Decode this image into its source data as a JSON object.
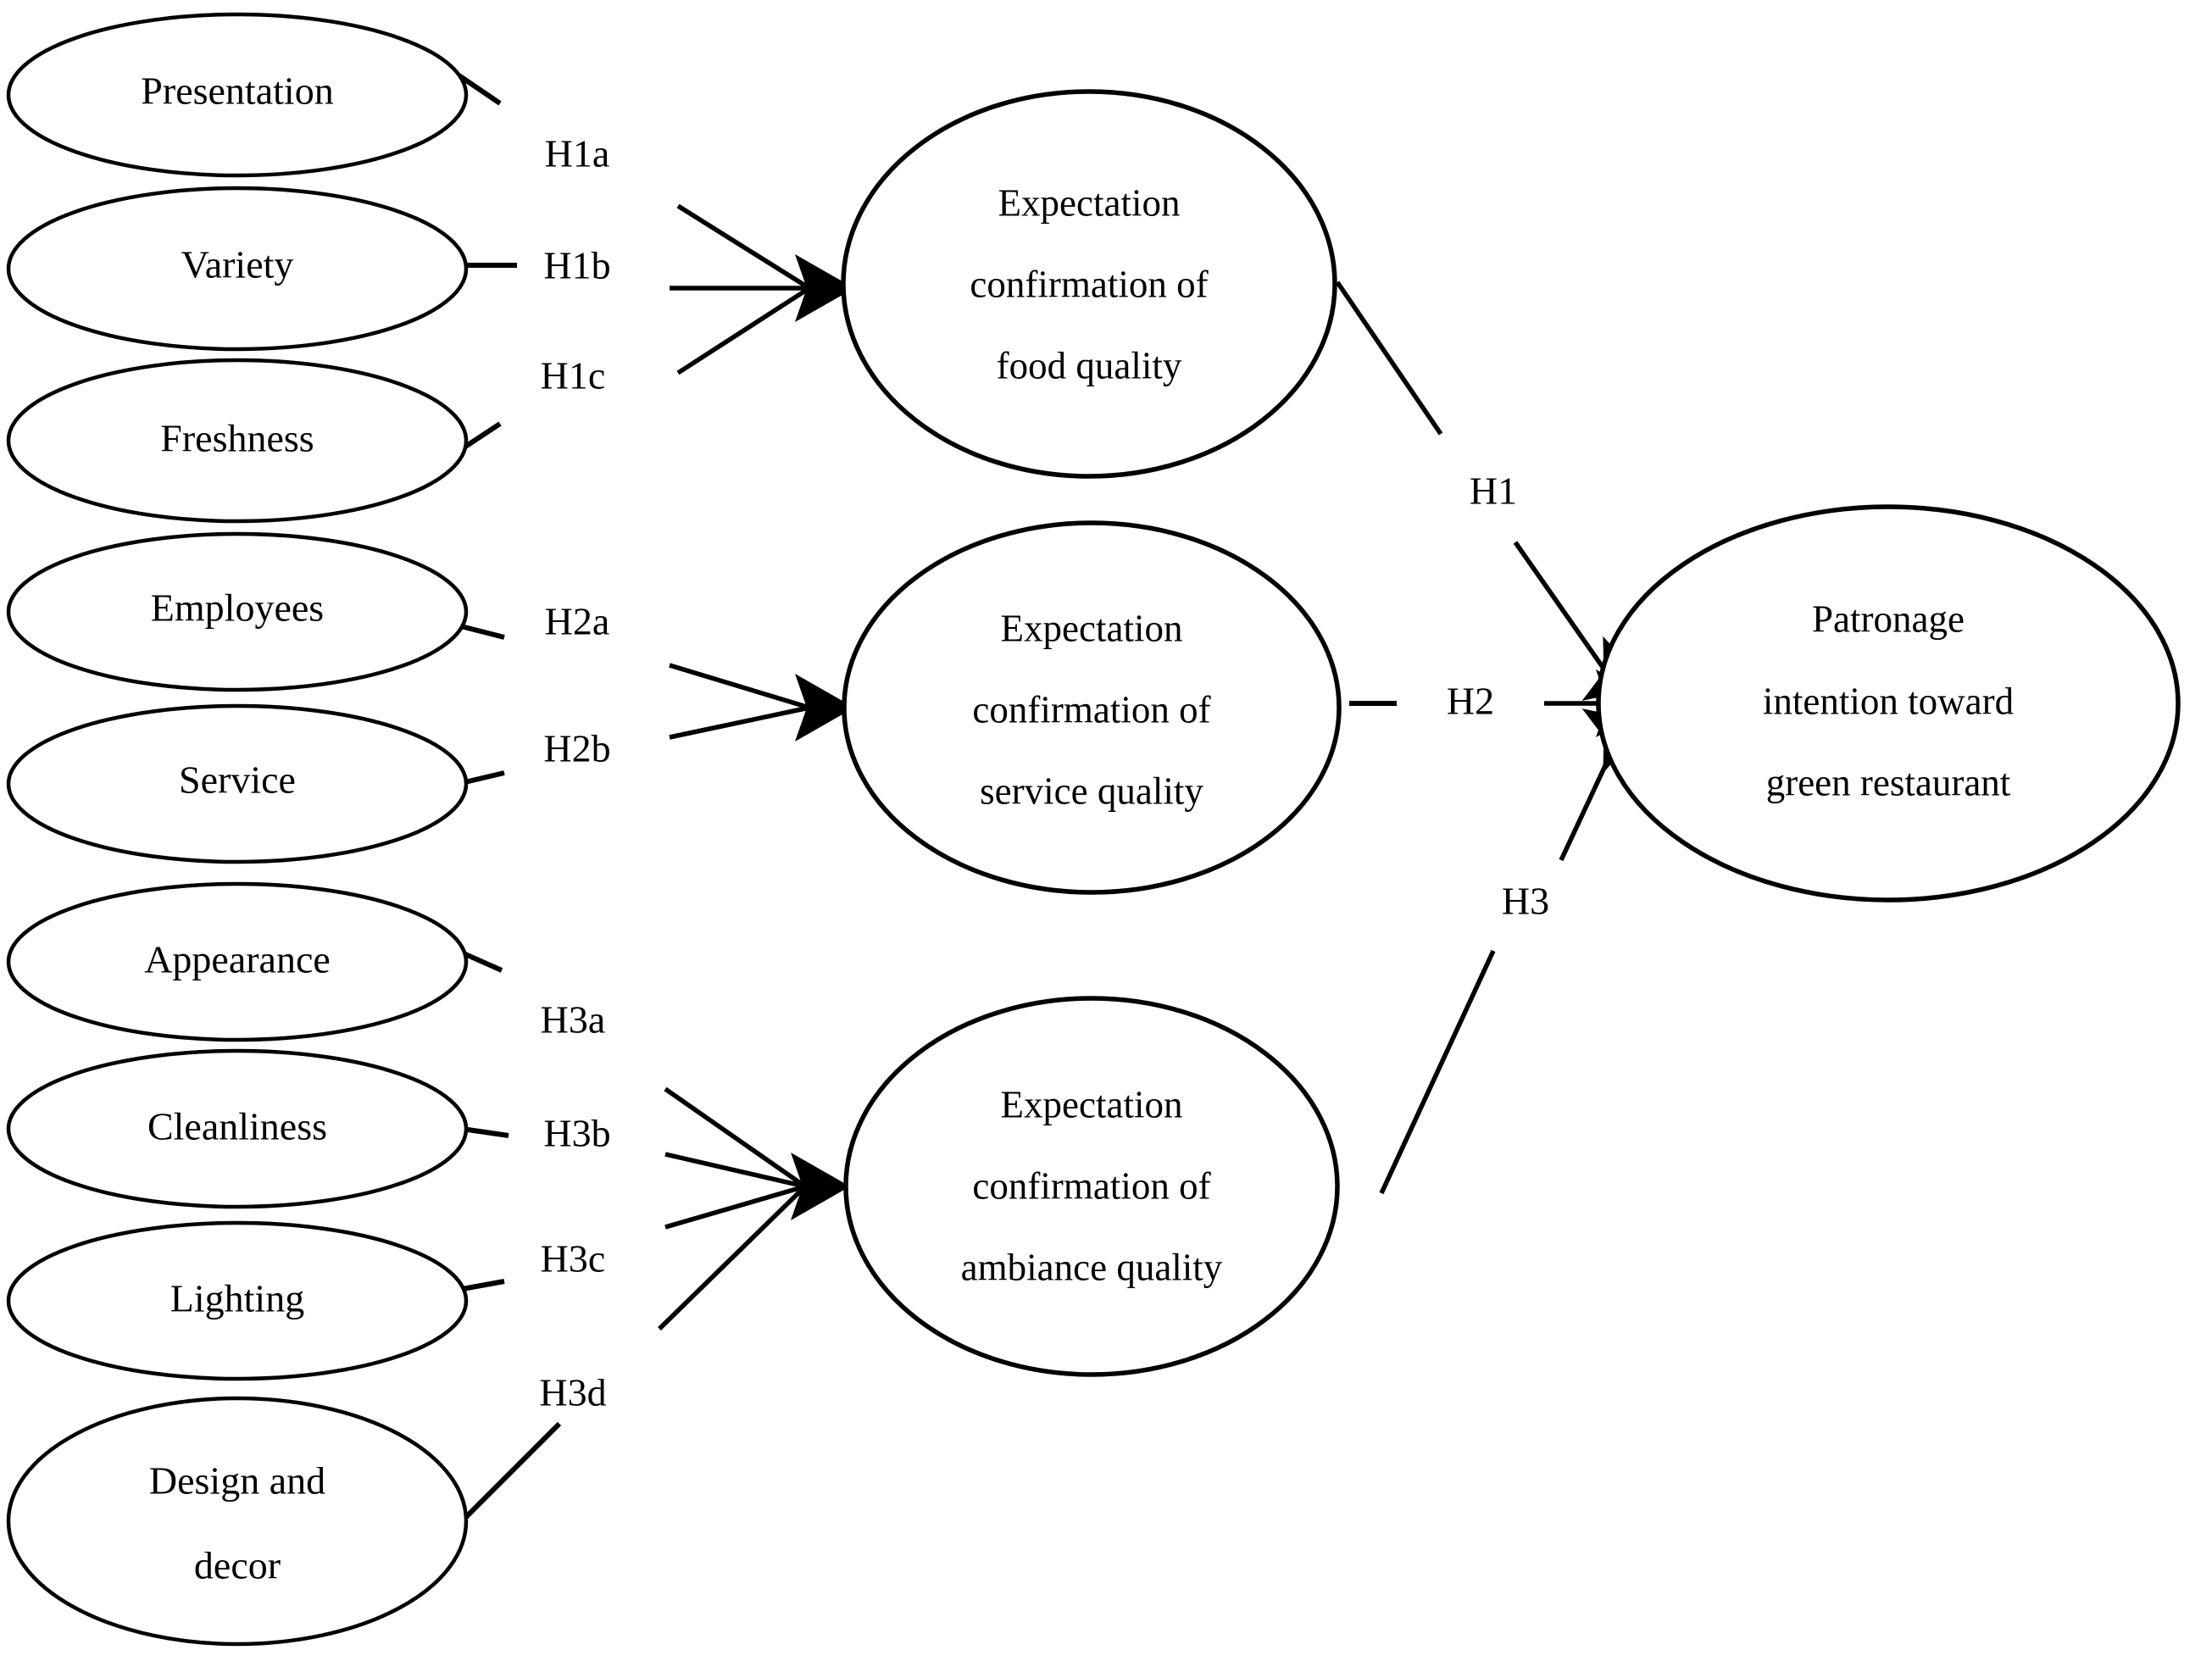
{
  "diagram": {
    "type": "conceptual-research-model",
    "background_color": "#ffffff",
    "line_color": "#000000",
    "exogenous_constructs": [
      {
        "id": "presentation",
        "label": "Presentation",
        "group": "food-quality"
      },
      {
        "id": "variety",
        "label": "Variety",
        "group": "food-quality"
      },
      {
        "id": "freshness",
        "label": "Freshness",
        "group": "food-quality"
      },
      {
        "id": "employees",
        "label": "Employees",
        "group": "service-quality"
      },
      {
        "id": "service",
        "label": "Service",
        "group": "service-quality"
      },
      {
        "id": "appearance",
        "label": "Appearance",
        "group": "ambiance-quality"
      },
      {
        "id": "cleanliness",
        "label": "Cleanliness",
        "group": "ambiance-quality"
      },
      {
        "id": "lighting",
        "label": "Lighting",
        "group": "ambiance-quality"
      },
      {
        "id": "design-and-decor",
        "label_line1": "Design and",
        "label_line2": "decor",
        "group": "ambiance-quality"
      }
    ],
    "mediator_constructs": [
      {
        "id": "food-quality",
        "line1": "Expectation",
        "line2": "confirmation of",
        "line3": "food quality"
      },
      {
        "id": "service-quality",
        "line1": "Expectation",
        "line2": "confirmation of",
        "line3": "service quality"
      },
      {
        "id": "ambiance-quality",
        "line1": "Expectation",
        "line2": "confirmation of",
        "line3": "ambiance quality"
      }
    ],
    "outcome_construct": {
      "id": "patronage-intention",
      "line1": "Patronage",
      "line2": "intention toward",
      "line3": "green restaurant"
    },
    "hypothesis_labels": {
      "h1a": "H1a",
      "h1b": "H1b",
      "h1c": "H1c",
      "h2a": "H2a",
      "h2b": "H2b",
      "h3a": "H3a",
      "h3b": "H3b",
      "h3c": "H3c",
      "h3d": "H3d",
      "h1": "H1",
      "h2": "H2",
      "h3": "H3"
    }
  }
}
